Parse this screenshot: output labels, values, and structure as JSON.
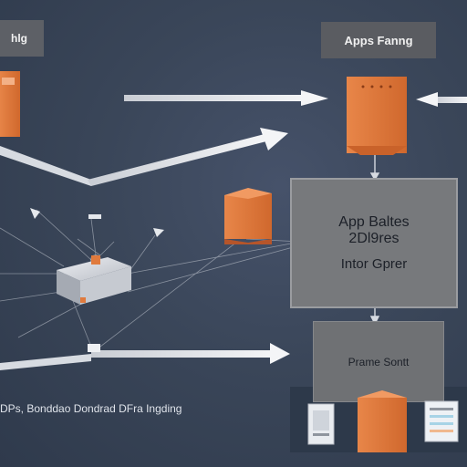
{
  "labels": {
    "top_left": "hlg",
    "top_right": "Apps Fanng",
    "center_line1": "App Baltes",
    "center_line2": "2Dl9res",
    "center_line3": "Intor Gprer",
    "bottom_box": "Prame Sontt",
    "footer": "DPs, Bonddao Dondrad DFra Ingding"
  },
  "colors": {
    "background": "#3a4557",
    "accent_orange": "#e07a3d",
    "arrow": "#e6e8ec",
    "panel_gray": "#77797c"
  },
  "icons": [
    "server-block-icon",
    "document-box-icon",
    "open-box-icon",
    "cube-icon",
    "phone-card-icon",
    "receipt-icon"
  ]
}
